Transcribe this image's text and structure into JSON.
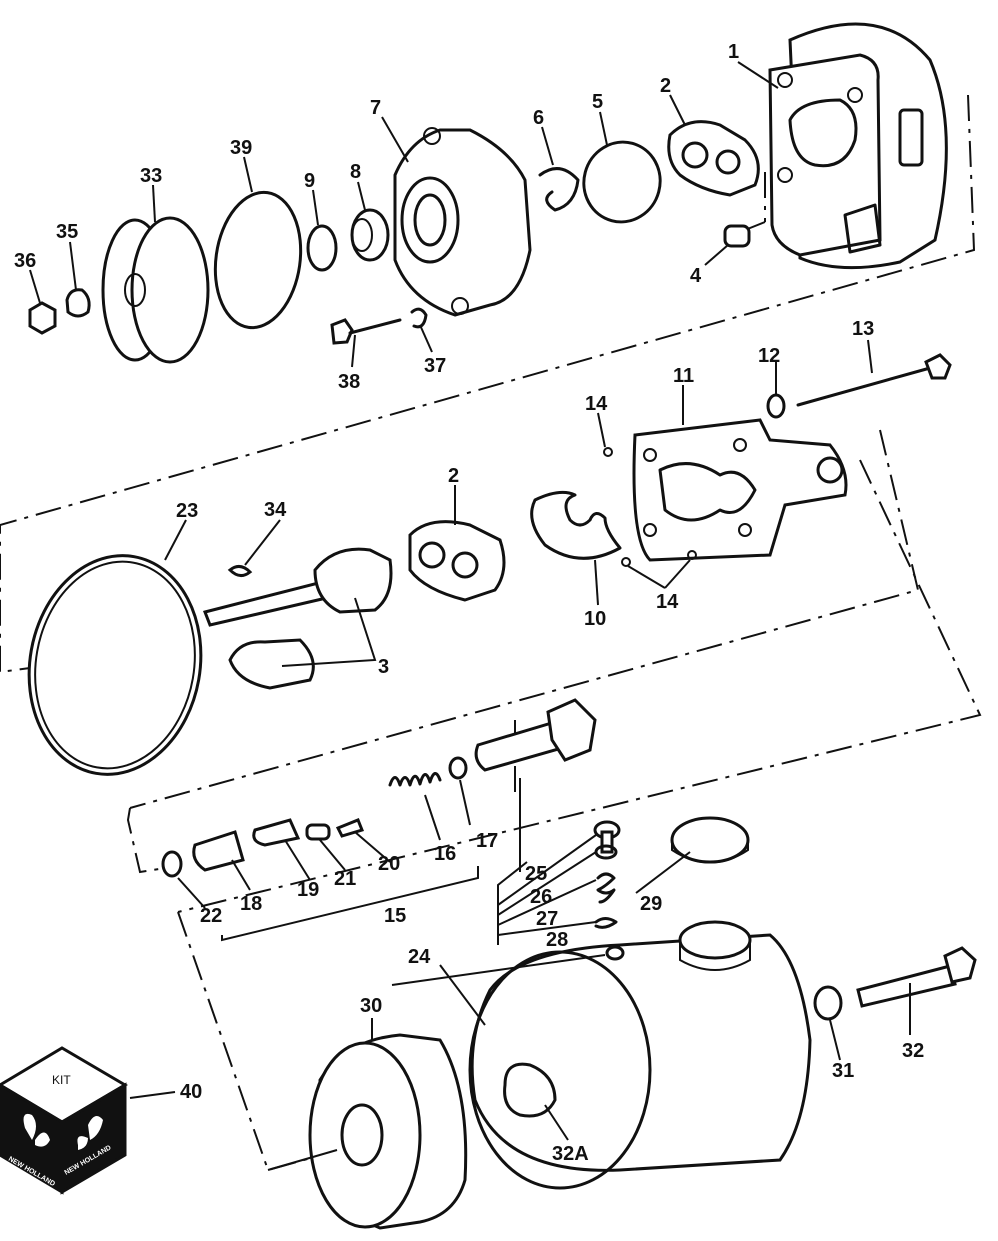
{
  "diagram": {
    "part_numbers": {
      "p1": "1",
      "p2a": "2",
      "p2b": "2",
      "p3": "3",
      "p4": "4",
      "p5": "5",
      "p6": "6",
      "p7": "7",
      "p8": "8",
      "p9": "9",
      "p10": "10",
      "p11": "11",
      "p12": "12",
      "p13": "13",
      "p14a": "14",
      "p14b": "14",
      "p15": "15",
      "p16": "16",
      "p17": "17",
      "p18": "18",
      "p19": "19",
      "p20": "20",
      "p21": "21",
      "p22": "22",
      "p23": "23",
      "p24": "24",
      "p25": "25",
      "p26": "26",
      "p27": "27",
      "p28": "28",
      "p29": "29",
      "p30": "30",
      "p31": "31",
      "p32": "32",
      "p32a": "32A",
      "p33": "33",
      "p34": "34",
      "p35": "35",
      "p36": "36",
      "p37": "37",
      "p38": "38",
      "p39": "39",
      "p40": "40"
    },
    "kit_box": {
      "label": "KIT",
      "brand_left": "NEW HOLLAND",
      "brand_right": "NEW HOLLAND"
    }
  }
}
